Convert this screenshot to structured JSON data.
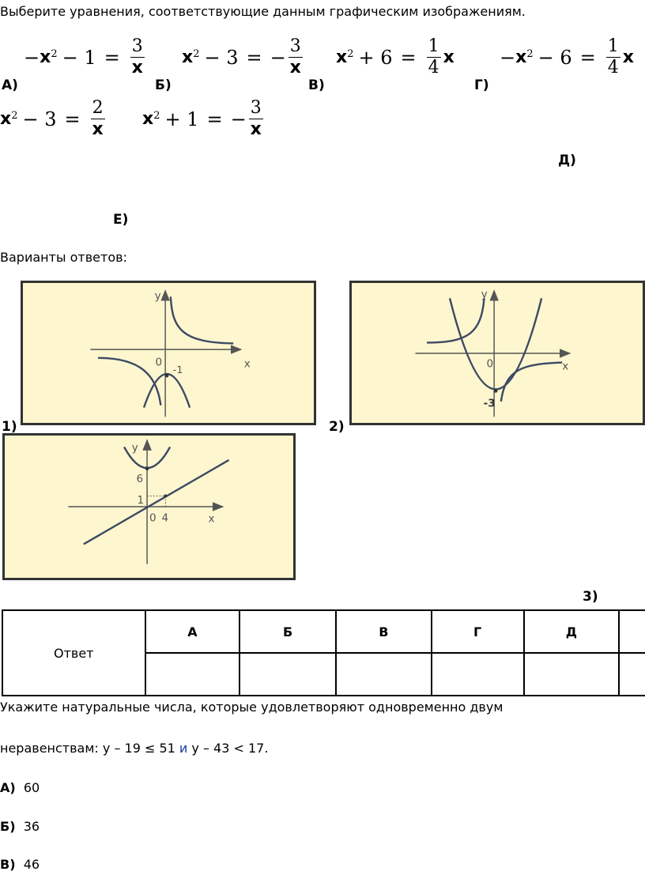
{
  "task1": {
    "prompt": "Выберите уравнения, соответствующие данным графическим изображениям.",
    "equations": [
      {
        "label": "А)",
        "lhs_sign": "−",
        "lhs_var": "x",
        "lhs_exp": "2",
        "lhs_rest": "− 1",
        "rhs_sign": "",
        "rhs_num": "3",
        "rhs_den": "x",
        "rhs_tail": ""
      },
      {
        "label": "Б)",
        "lhs_sign": "",
        "lhs_var": "x",
        "lhs_exp": "2",
        "lhs_rest": "− 3",
        "rhs_sign": "−",
        "rhs_num": "3",
        "rhs_den": "x",
        "rhs_tail": ""
      },
      {
        "label": "В)",
        "lhs_sign": "",
        "lhs_var": "x",
        "lhs_exp": "2",
        "lhs_rest": "+ 6",
        "rhs_sign": "",
        "rhs_num": "1",
        "rhs_den": "4",
        "rhs_tail": "x"
      },
      {
        "label": "Г)",
        "lhs_sign": "−",
        "lhs_var": "x",
        "lhs_exp": "2",
        "lhs_rest": "− 6",
        "rhs_sign": "",
        "rhs_num": "1",
        "rhs_den": "4",
        "rhs_tail": "x"
      },
      {
        "label": "Д)",
        "lhs_sign": "",
        "lhs_var": "x",
        "lhs_exp": "2",
        "lhs_rest": "− 3",
        "rhs_sign": "",
        "rhs_num": "2",
        "rhs_den": "x",
        "rhs_tail": ""
      },
      {
        "label": "Е)",
        "lhs_sign": "",
        "lhs_var": "x",
        "lhs_exp": "2",
        "lhs_rest": "+ 1",
        "rhs_sign": "−",
        "rhs_num": "3",
        "rhs_den": "x",
        "rhs_tail": ""
      }
    ],
    "eq_sign": "=",
    "options_title": "Варианты ответов:",
    "graphs": [
      {
        "label": "1)",
        "axis_x": "x",
        "axis_y": "y",
        "origin": "0",
        "marks": [
          "-1"
        ]
      },
      {
        "label": "2)",
        "axis_x": "x",
        "axis_y": "y",
        "origin": "0",
        "marks": [
          "-3"
        ]
      },
      {
        "label": "3)",
        "axis_x": "x",
        "axis_y": "y",
        "origin": "0",
        "marks": [
          "6",
          "1",
          "4"
        ]
      }
    ],
    "table": {
      "row_label": "Ответ",
      "headers": [
        "А",
        "Б",
        "В",
        "Г",
        "Д",
        ""
      ]
    }
  },
  "task2": {
    "line1": "Укажите натуральные числа, которые удовлетворяют одновременно двум",
    "line2_pre": "неравенствам: у – 19 ≤ 51 ",
    "line2_and": "и",
    "line2_post": " у – 43 < 17.",
    "options": [
      {
        "label": "А)",
        "value": "60"
      },
      {
        "label": "Б)",
        "value": "36"
      },
      {
        "label": "В)",
        "value": "46"
      }
    ]
  },
  "colors": {
    "curve": "#3d4a63",
    "graph_bg": "#fdf6cf",
    "accent_blue": "#1a3aa0"
  }
}
